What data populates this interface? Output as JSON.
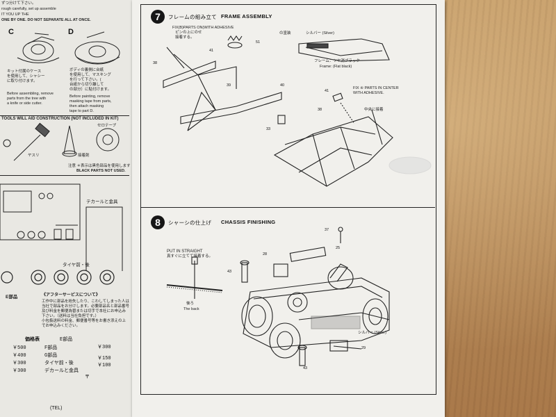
{
  "left_page": {
    "top_lines": [
      "ずつ分けて下さい。",
      "rough carefully, set up assemble",
      "IT YOU UP THE",
      "ONE BY ONE. DO NOT SEPARATE ALL AT ONCE."
    ],
    "step_c": "C",
    "step_d": "D",
    "step_c_text": [
      "キット付属のケース",
      "を使用して、シャシー",
      "に取り付けます。"
    ],
    "step_d_text": [
      "ボディの裏側に台紙",
      "を使用して、マスキング",
      "を行って下さい。(",
      "台紙から切り離して",
      "の部分）に貼付けます。"
    ],
    "step_c_en": [
      "Before assembling, remove",
      "parts from the tree with",
      "a knife or side cutter."
    ],
    "step_d_en": [
      "Before painting, remove",
      "masking tape from parts,",
      "then attach masking",
      "tape to part D."
    ],
    "tools_heading": "TOOLS WILL AID CONSTRUCTION (NOT INCLUDED IN KIT)",
    "tool_labels": [
      "セロテープ",
      "ヤスリ",
      "接着剤"
    ],
    "black_parts": [
      "注意 ＊表示は黒色部品を使用します",
      "BLACK PARTS NOT USED."
    ],
    "decal_label": "テカールと金具",
    "tire_label": "タイヤ前・後",
    "e_parts": "E部品",
    "after_service_title": "《アフターサービスについて》",
    "after_service_text": [
      "工作中に部品を紛失したり、こわしてしまった人は",
      "当社で部品をお分けします。必要部品名と部品番号",
      "及び料金を郵便為替または切手で本社にお申込み",
      "下さい。（送料は当社負担です。）",
      "小包扱送料の料金、郵便番号等をお書き添えの上",
      "でお申込みください。"
    ],
    "price_title": "価格表",
    "prices_left": [
      {
        "amount": "￥500",
        "label": "F部品"
      },
      {
        "amount": "￥400",
        "label": "G部品"
      },
      {
        "amount": "￥300",
        "label": "タイヤ前・後"
      },
      {
        "amount": "￥300",
        "label": "デカールと金具"
      }
    ],
    "prices_right": [
      "￥300",
      "￥150",
      "￥100"
    ],
    "price_header_e": "E部品",
    "postal_mark": "〒",
    "tel": "(TEL)"
  },
  "section7": {
    "number": "7",
    "title_jp": "フレームの組み立て",
    "title_en": "FRAME ASSEMBLY",
    "fix_note": [
      "FIX(B)PARTS ON(WITH ADHESIVE",
      "ピンの上にのせ",
      "接着する。"
    ],
    "silver_note": [
      "の塗装",
      "シルバー (Silver)"
    ],
    "frame_color": [
      "フレーム：ツヤ消ブラック",
      "Frame: (Flat black)"
    ],
    "fix_center": [
      "FIX ④ PARTS IN CENTER",
      "WITH ADHESIVE."
    ],
    "center_glue": "中央に接着",
    "part_numbers": [
      "41",
      "51",
      "38",
      "39",
      "40",
      "33",
      "41",
      "38"
    ]
  },
  "section8": {
    "number": "8",
    "title_jp": "シャーシの仕上げ",
    "title_en": "CHASSIS FINISHING",
    "put_in_straight": [
      "PUT IN STRAIGHT",
      "真すぐに立てて接着する。"
    ],
    "back_label": [
      "後ろ",
      "The back"
    ],
    "silver_label": "シルバー (Silver)",
    "part_numbers": [
      "37",
      "25",
      "28",
      "43",
      "29",
      "43"
    ]
  }
}
